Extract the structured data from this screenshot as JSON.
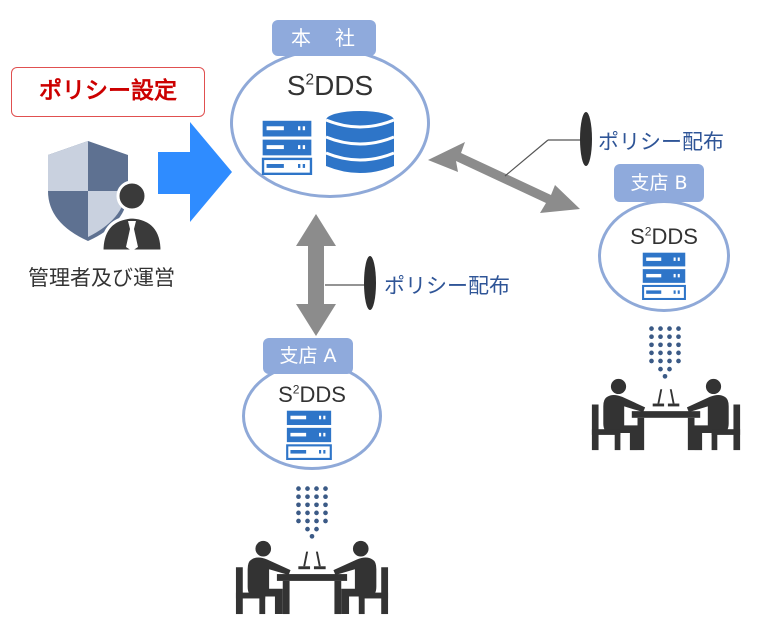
{
  "policy_setting": {
    "label": "ポリシー設定"
  },
  "admin": {
    "label": "管理者及び運営"
  },
  "hq": {
    "tab": "本　社",
    "product": "S",
    "product_sup": "2",
    "product_suffix": "DDS"
  },
  "branch_a": {
    "tab": "支店 A",
    "product": "S",
    "product_sup": "2",
    "product_suffix": "DDS"
  },
  "branch_b": {
    "tab": "支店 B",
    "product": "S",
    "product_sup": "2",
    "product_suffix": "DDS"
  },
  "distribution": {
    "to_branch_b": "ポリシー配布",
    "to_branch_a": "ポリシー配布"
  },
  "colors": {
    "node_border": "#8fa9d8",
    "tab_fill": "#8faadc",
    "server_blue": "#2e75c8",
    "arrow_gray": "#8c8c8c",
    "admin_arrow": "#2f8cff",
    "policy_text": "#2f5597",
    "setting_red": "#cc0000",
    "people_dark": "#333333"
  },
  "icons": {
    "shield": "shield-user-icon",
    "server": "server-rack-icon",
    "database": "database-icon",
    "meeting": "meeting-people-icon",
    "disk": "disk-marker-icon"
  }
}
